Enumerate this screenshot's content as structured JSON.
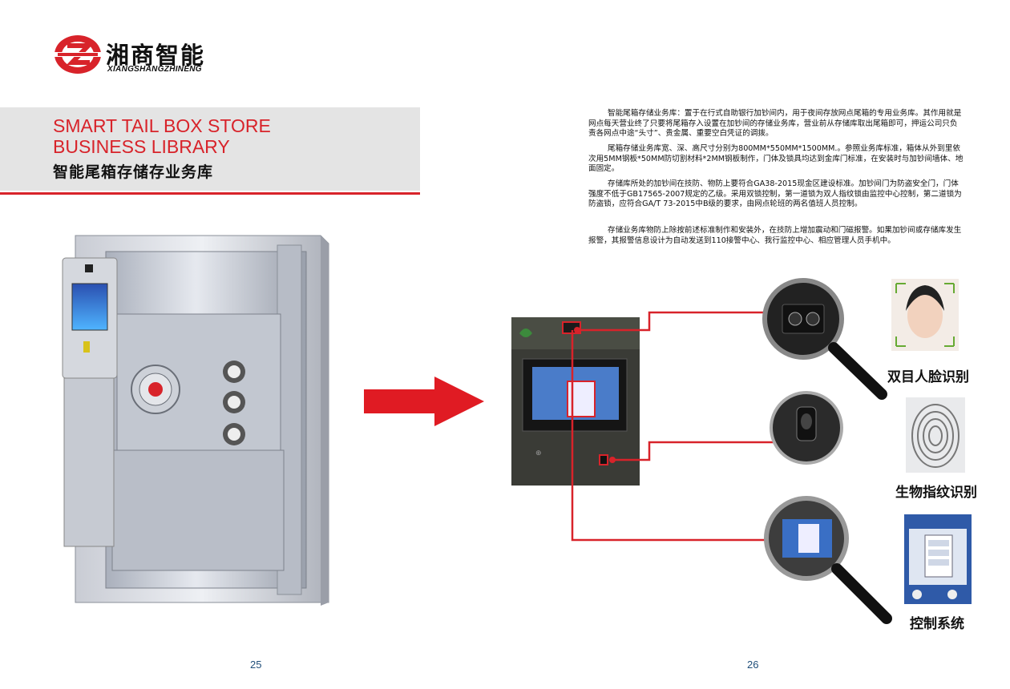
{
  "logo": {
    "brand_cn": "湘商智能",
    "brand_en": "XIANGSHANGZHINENG",
    "mark_letter": "Z"
  },
  "title": {
    "en": "SMART TAIL BOX STORE\nBUSINESS LIBRARY",
    "cn": "智能尾箱存储存业务库"
  },
  "paragraphs": [
    "智能尾箱存储业务库：置于在行式自助银行加钞间内，用于夜间存放网点尾箱的专用业务库。其作用就是网点每天营业终了只要将尾箱存入设置在加钞间的存储业务库，营业前从存储库取出尾箱即可，押运公司只负责各网点中途“头寸”、贵金属、重要空白凭证的调拨。",
    "尾箱存储业务库宽、深、高尺寸分别为800MM*550MM*1500MM.。参照业务库标准，箱体从外到里依次用5MM钢板*50MM防切割材料*2MM钢板制作，门体及锁具均达到金库门标准，在安装时与加钞间墙体、地面固定。",
    "存储库所处的加钞间在技防、物防上要符合GA38-2015现金区建设标准。加钞间门为防盗安全门，门体强度不低于GB17565-2007规定的乙级。采用双锁控制，第一道锁为双人指纹锁由监控中心控制，第二道锁为防盗锁，应符合GA/T 73-2015中B级的要求，由网点轮班的两名值班人员控制。",
    "存储业务库物防上除按前述标准制作和安装外，在技防上增加震动和门磁报警。如果加钞间或存储库发生报警，其报警信息设计为自动发送到110接警中心、我行监控中心、相应管理人员手机中。"
  ],
  "features": [
    {
      "label": "双目人脸识别",
      "icon": "face-recognition-icon"
    },
    {
      "label": "生物指纹识别",
      "icon": "fingerprint-icon"
    },
    {
      "label": "控制系统",
      "icon": "control-screen-icon"
    }
  ],
  "page_numbers": {
    "left": "25",
    "right": "26"
  },
  "colors": {
    "accent": "#d8232a",
    "band": "#e4e4e4",
    "page_number": "#1f4e79"
  }
}
